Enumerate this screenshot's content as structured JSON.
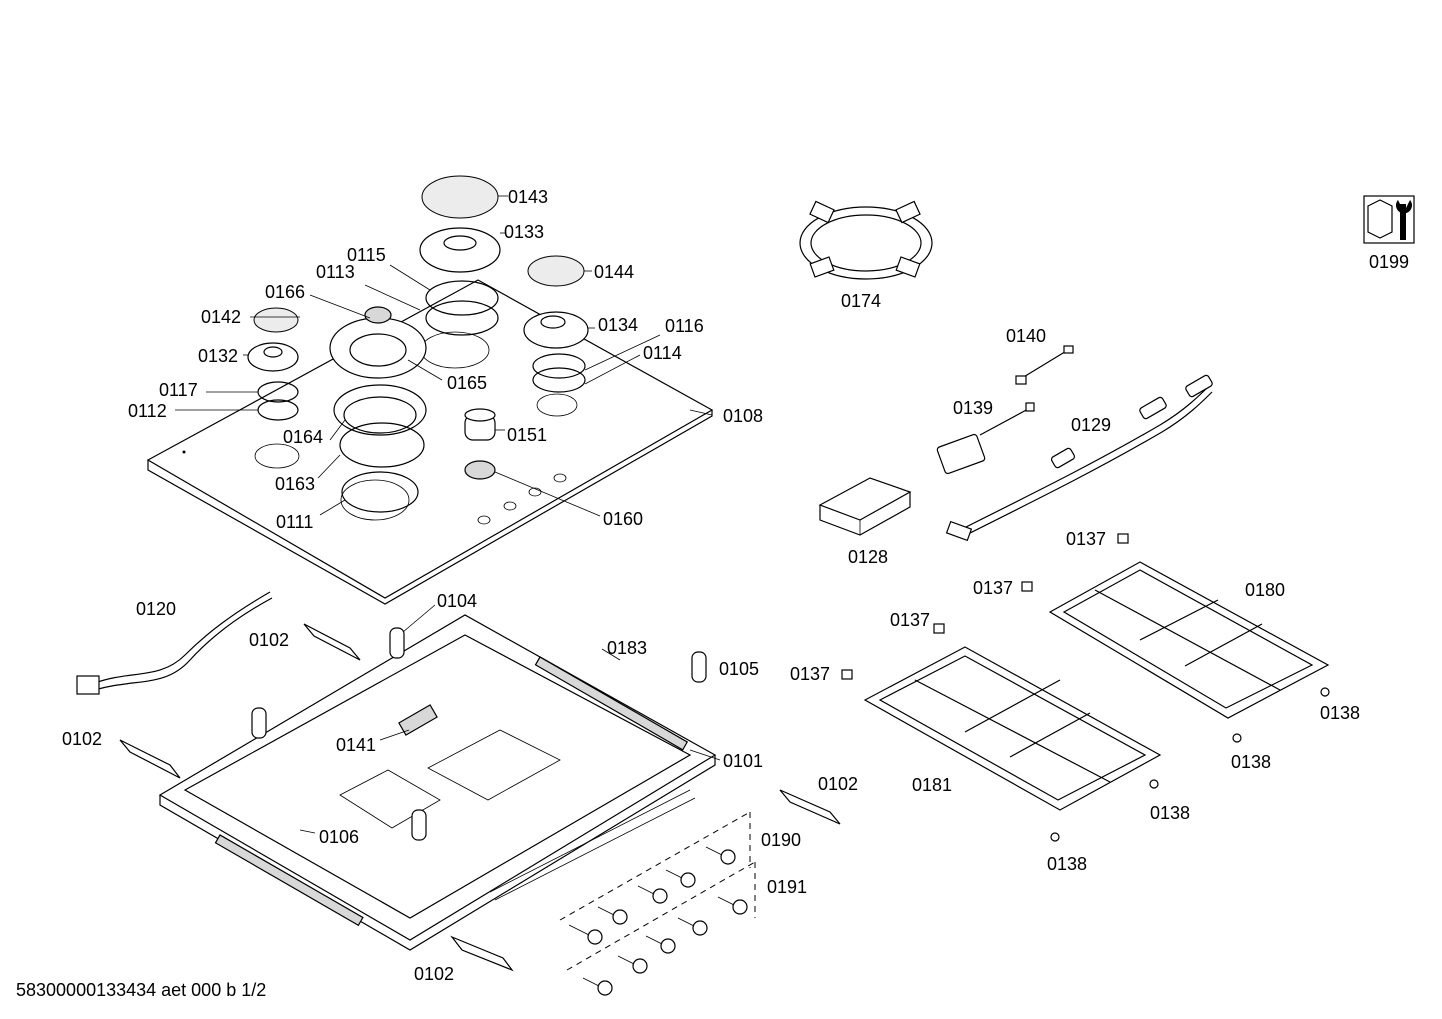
{
  "labels": {
    "p0101": "0101",
    "p0102a": "0102",
    "p0102b": "0102",
    "p0102c": "0102",
    "p0102d": "0102",
    "p0104": "0104",
    "p0105": "0105",
    "p0106": "0106",
    "p0108": "0108",
    "p0111": "0111",
    "p0112": "0112",
    "p0113": "0113",
    "p0114": "0114",
    "p0115": "0115",
    "p0116": "0116",
    "p0117": "0117",
    "p0120": "0120",
    "p0128": "0128",
    "p0129": "0129",
    "p0132": "0132",
    "p0133": "0133",
    "p0134": "0134",
    "p0137a": "0137",
    "p0137b": "0137",
    "p0137c": "0137",
    "p0137d": "0137",
    "p0138a": "0138",
    "p0138b": "0138",
    "p0138c": "0138",
    "p0138d": "0138",
    "p0139": "0139",
    "p0140": "0140",
    "p0141": "0141",
    "p0142": "0142",
    "p0143": "0143",
    "p0144": "0144",
    "p0151": "0151",
    "p0160": "0160",
    "p0163": "0163",
    "p0164": "0164",
    "p0165": "0165",
    "p0166": "0166",
    "p0174": "0174",
    "p0180": "0180",
    "p0181": "0181",
    "p0183": "0183",
    "p0190": "0190",
    "p0191": "0191",
    "p0199": "0199"
  },
  "footer": "58300000133434 aet 000 b 1/2",
  "icons": {
    "service": "wrench-nut-icon"
  }
}
